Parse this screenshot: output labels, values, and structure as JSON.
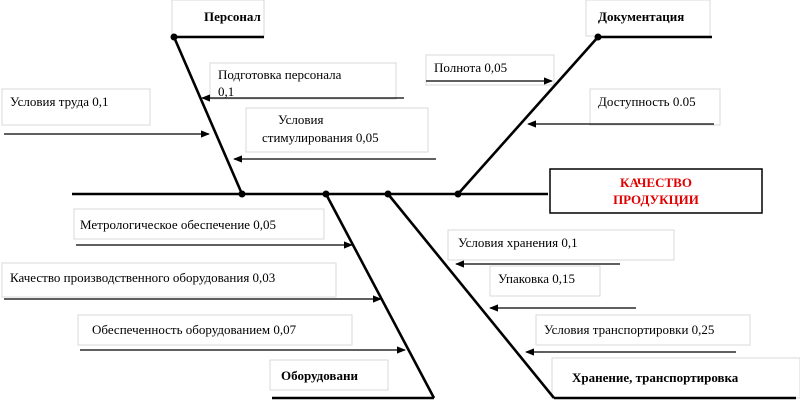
{
  "effect": {
    "line1": "КАЧЕСТВО",
    "line2": "ПРОДУКЦИИ"
  },
  "categories": {
    "personnel": "Персонал",
    "documentation": "Документация",
    "equipment": "Оборудовани",
    "storage": "Хранение, транспортировка"
  },
  "factors": {
    "training_line1": "Подготовка персонала",
    "training_line2": "0,1",
    "working_conditions": "Условия труда 0,1",
    "incentive_line1": "Условия",
    "incentive_line2": "стимулирования 0,05",
    "completeness": "Полнота 0,05",
    "accessibility": "Доступность 0.05",
    "metrology": "Метрологическое обеспечение 0,05",
    "equipment_quality": "Качество производственного оборудования 0,03",
    "equipment_availability": "Обеспеченность оборудованием 0,07",
    "storage_conditions": "Условия хранения 0,1",
    "packaging": "Упаковка 0,15",
    "transport_conditions": "Условия транспортировки 0,25"
  }
}
